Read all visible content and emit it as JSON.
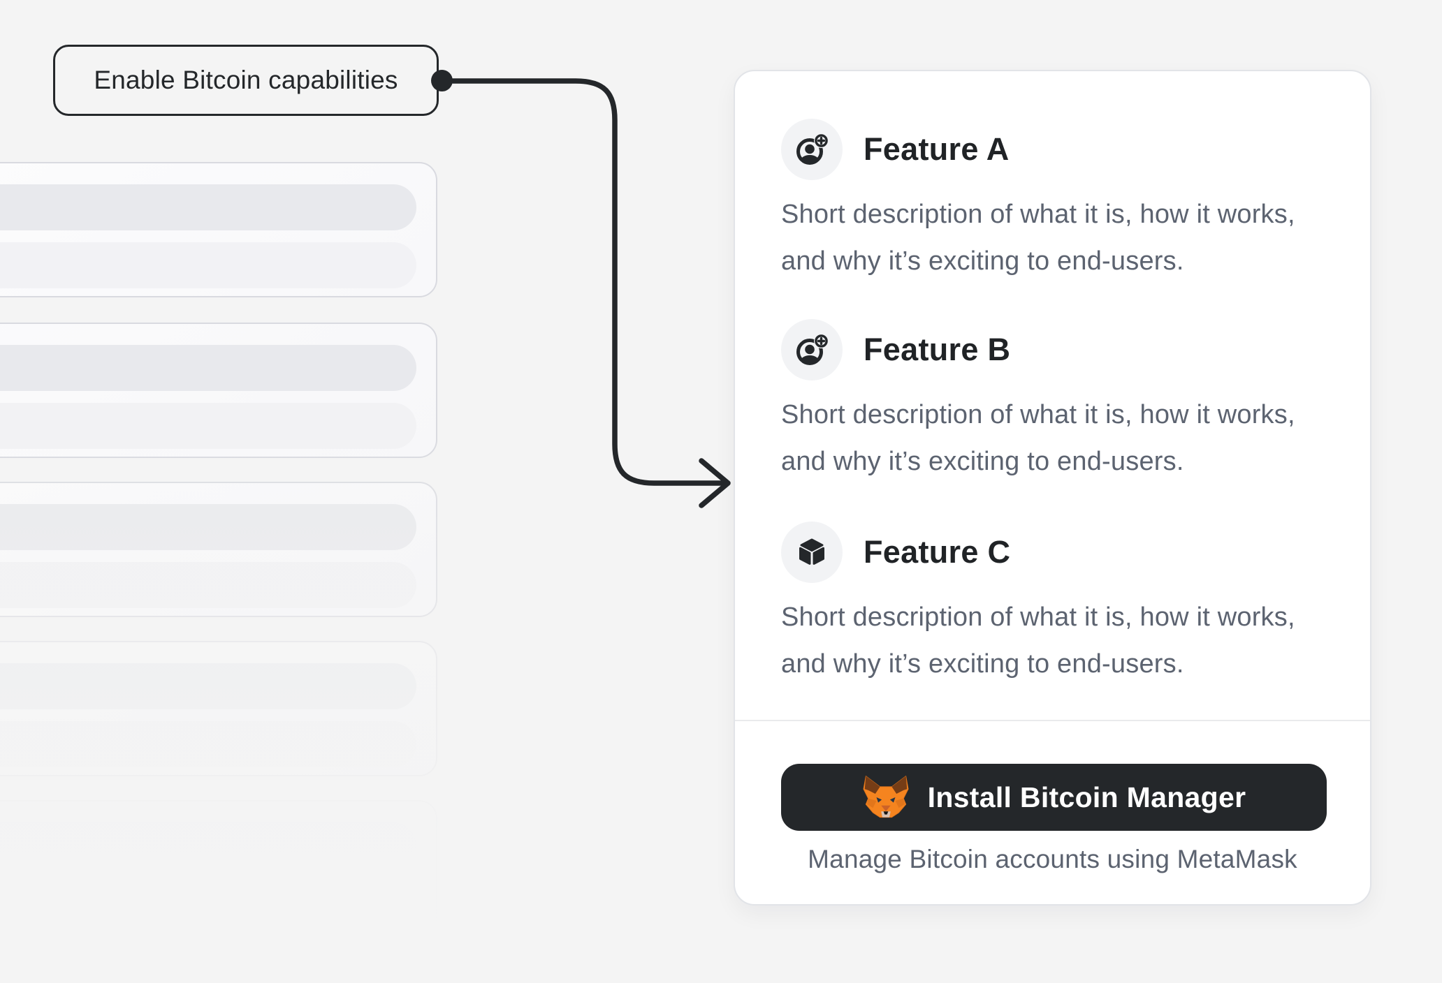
{
  "annotation": {
    "label": "Enable Bitcoin capabilities",
    "connector": "elbow-arrow-with-dot"
  },
  "skeleton_panel": {
    "cards_count": 5,
    "rows_per_card": 2,
    "style": "placeholder pills fading toward bottom"
  },
  "feature_card": {
    "features": [
      {
        "icon": "account-add-icon",
        "title": "Feature A",
        "description": "Short description of what it is, how it works, and why it’s exciting to end-users."
      },
      {
        "icon": "account-add-icon",
        "title": "Feature B",
        "description": "Short description of what it is, how it works, and why it’s exciting to end-users."
      },
      {
        "icon": "cube-icon",
        "title": "Feature C",
        "description": "Short description of what it is, how it works, and why it’s exciting to end-users."
      }
    ],
    "footer": {
      "button_icon": "metamask-fox-icon",
      "button_label": "Install Bitcoin Manager",
      "caption": "Manage Bitcoin accounts using MetaMask"
    }
  },
  "colors": {
    "page_bg": "#F4F4F4",
    "card_bg": "#FFFFFF",
    "card_border": "#E2E4E8",
    "ink": "#24272A",
    "text_gray": "#5C6370",
    "icon_circle_bg": "#F2F3F5",
    "pill_dark": "#E8E9ED",
    "pill_light": "#F2F2F5",
    "button_bg": "#24272A",
    "button_text": "#FFFFFF",
    "fox_orange": "#F5841F",
    "fox_dark_orange": "#E2761B",
    "fox_brown": "#763D16",
    "fox_muzzle": "#D7C1B3"
  }
}
